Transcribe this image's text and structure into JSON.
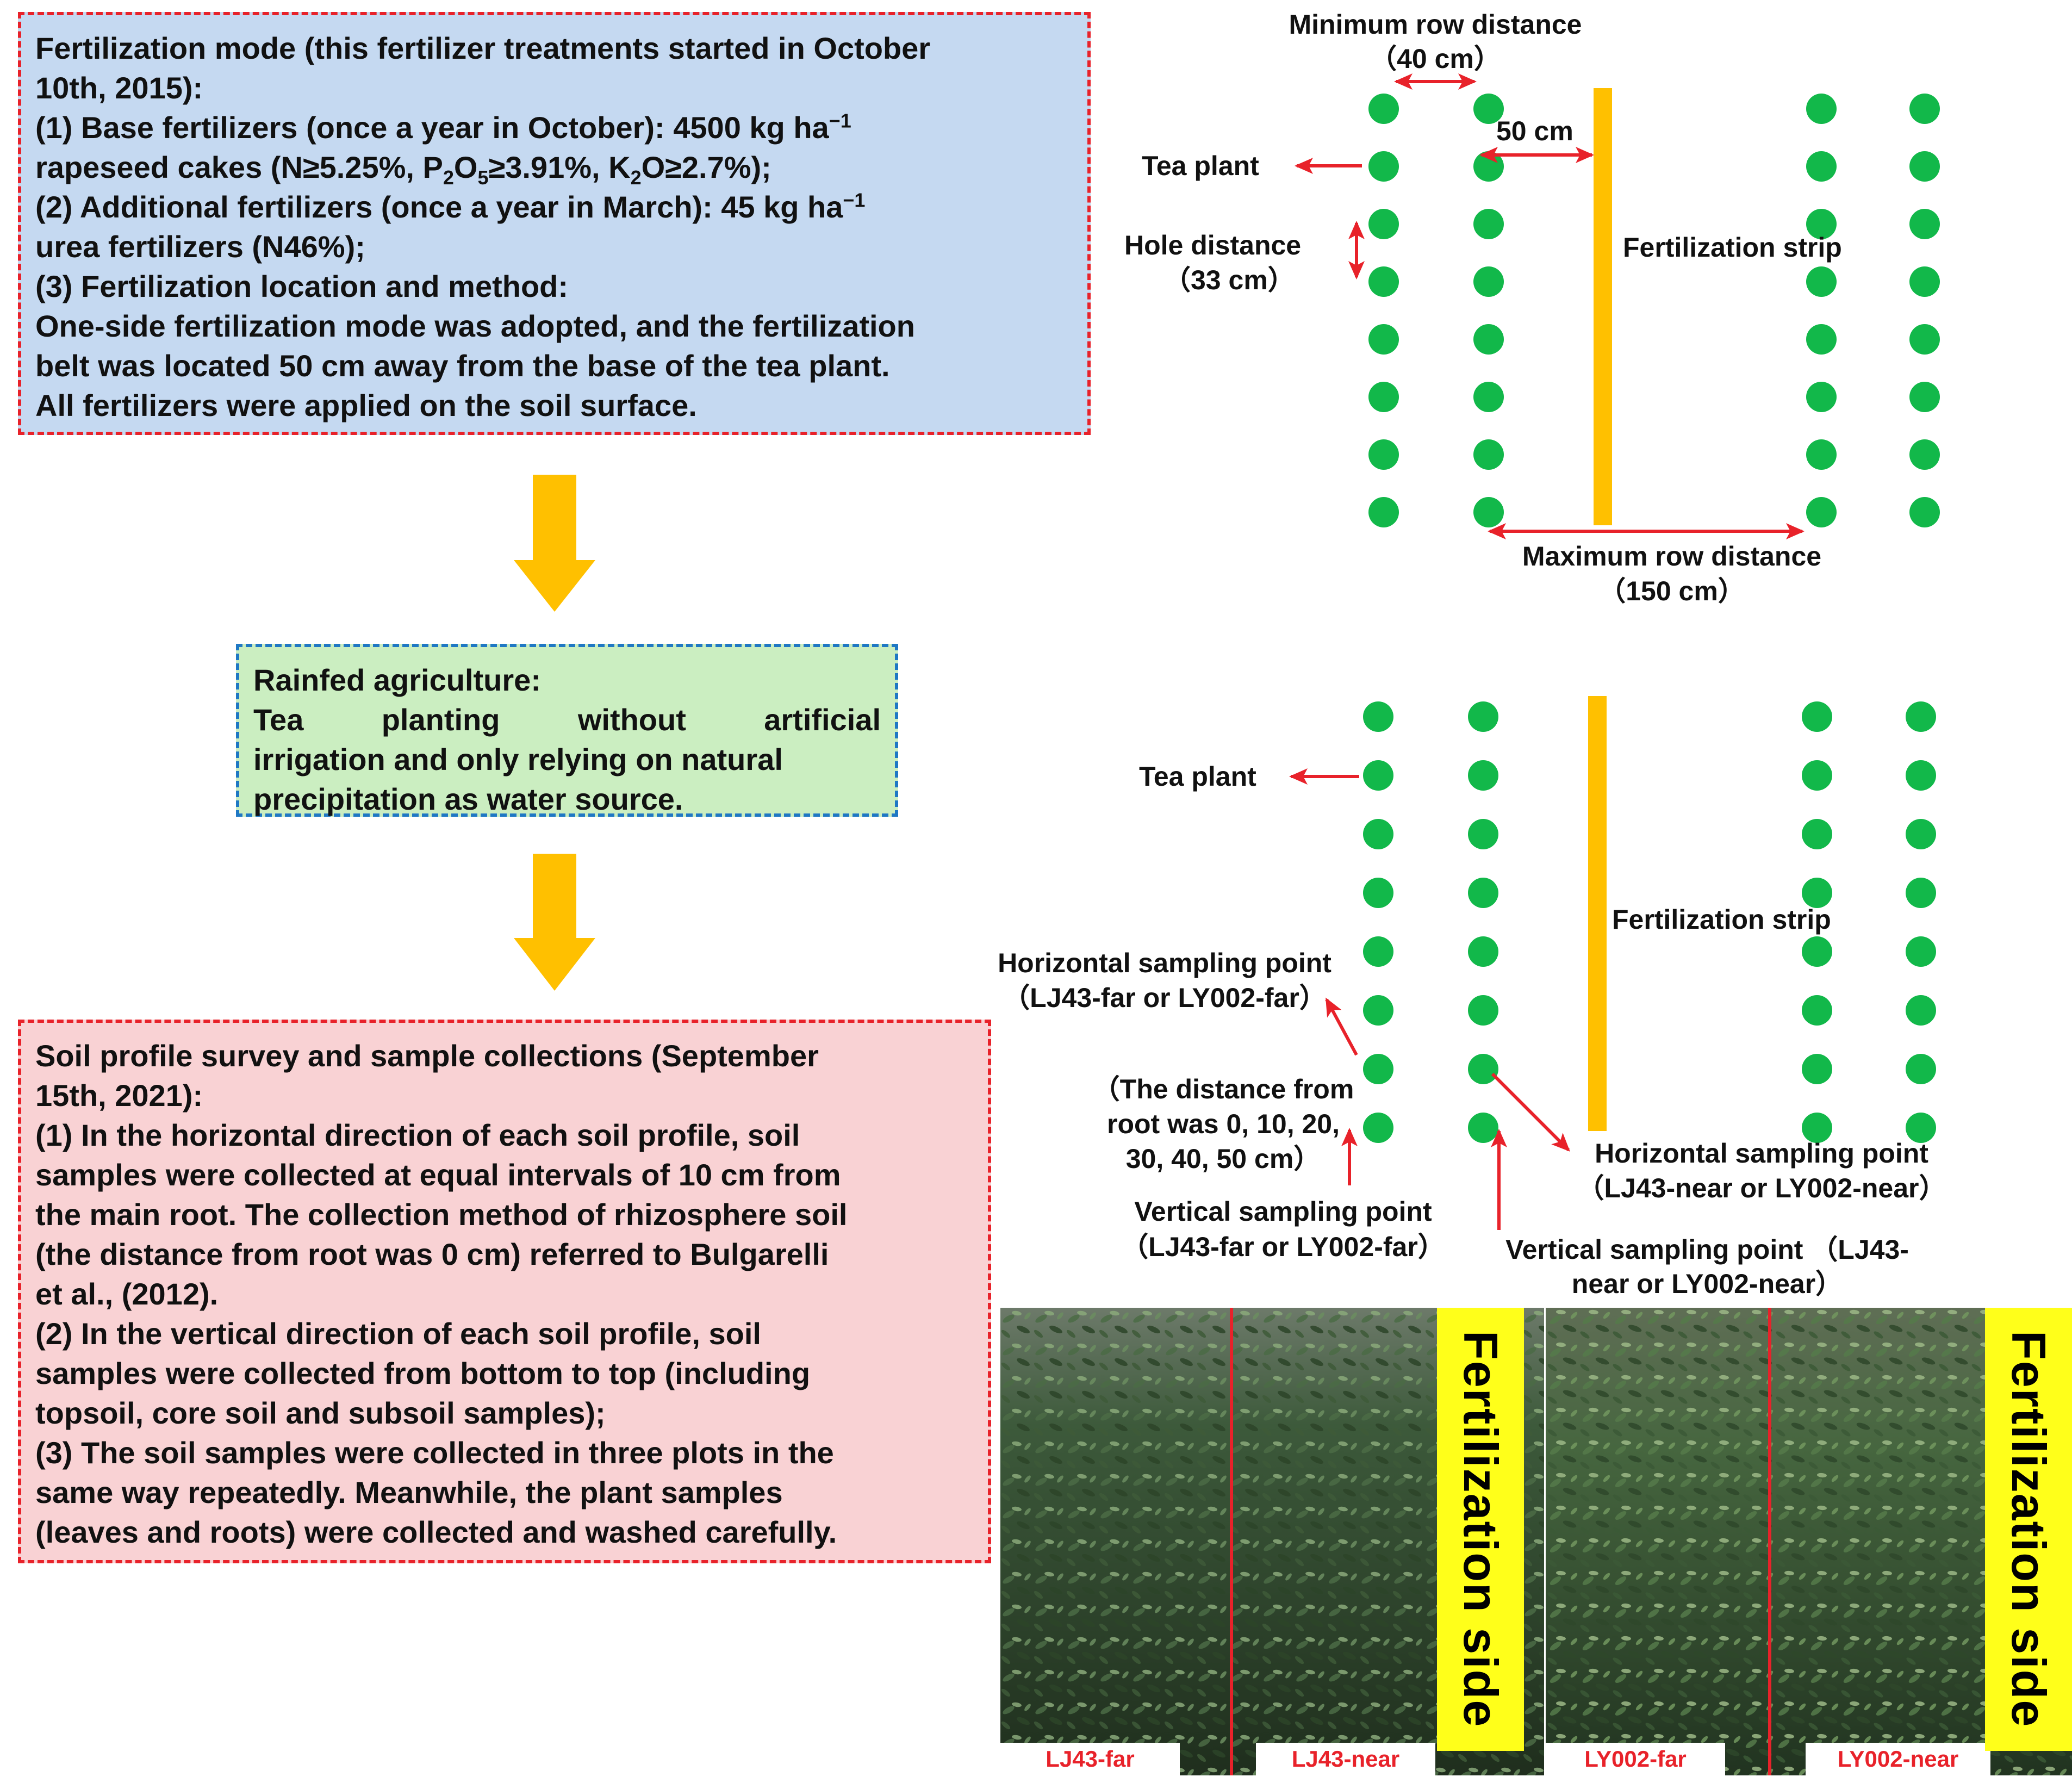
{
  "fertilization_box": {
    "lines": [
      "Fertilization mode (this fertilizer treatments started in October",
      "10th, 2015):",
      "(1) Base fertilizers (once a year in October): 4500 kg ha",
      "rapeseed cakes (N≥5.25%, P",
      "(2) Additional fertilizers (once a year in March): 45 kg ha",
      "urea fertilizers (N46%);",
      "(3) Fertilization location and method:",
      "One-side fertilization mode was adopted, and the fertilization",
      "belt was located 50 cm away from the base of the tea plant.",
      "All fertilizers were applied on the soil surface."
    ],
    "sup_unit": "−1",
    "p2o5_tail_a": "O",
    "sub_2": "2",
    "sub_5": "5",
    "p2o5_tail_b": "≥3.91%, K",
    "k2o_tail": "O≥2.7%);"
  },
  "rainfed_box": {
    "lines": [
      "Rainfed agriculture:",
      "Tea planting without artificial",
      "irrigation and only relying on natural",
      "precipitation as water source."
    ]
  },
  "soil_box": {
    "lines": [
      "Soil profile survey and sample collections (September",
      "15th, 2021):",
      "(1) In the horizontal direction of each soil profile, soil",
      "samples were collected at equal intervals of 10 cm from",
      "the main root. The collection method of rhizosphere soil",
      "(the distance from root was 0 cm) referred to Bulgarelli",
      "et al., (2012).",
      "(2) In the vertical direction of each soil profile, soil",
      "samples were collected from bottom to top (including",
      "topsoil, core soil and subsoil samples);",
      "(3) The soil samples were collected in three plots in the",
      "same way repeatedly. Meanwhile, the plant samples",
      "(leaves and roots) were collected and washed carefully."
    ]
  },
  "top_diagram": {
    "min_row_distance": "Minimum row distance",
    "min_row_value": "（40 cm）",
    "dist_50": "50 cm",
    "tea_plant": "Tea plant",
    "hole_distance": "Hole distance",
    "hole_value": "（33 cm）",
    "fertilization_strip": "Fertilization strip",
    "max_row_distance": "Maximum row distance",
    "max_row_value": "（150 cm）"
  },
  "bottom_diagram": {
    "tea_plant": "Tea plant",
    "fertilization_strip": "Fertilization strip",
    "horiz_far_1": "Horizontal sampling point",
    "horiz_far_2": "（LJ43-far or LY002-far）",
    "distance_1": "（The distance from",
    "distance_2": "root was 0, 10, 20,",
    "distance_3": "30, 40, 50 cm）",
    "horiz_near_1": "Horizontal sampling point",
    "horiz_near_2": "（LJ43-near or LY002-near）",
    "vert_far_1": "Vertical sampling point",
    "vert_far_2": "（LJ43-far or LY002-far）",
    "vert_near_1": "Vertical sampling point （LJ43-",
    "vert_near_2": "near or LY002-near）"
  },
  "photos": {
    "left": {
      "tag_far": "LJ43-far",
      "tag_near": "LJ43-near",
      "banner": "Fertilization side"
    },
    "right": {
      "tag_far": "LY002-far",
      "tag_near": "LY002-near",
      "banner": "Fertilization side"
    }
  },
  "colors": {
    "plant_dot": "#12b84a",
    "strip": "#ffc000",
    "arrow": "#e8222a",
    "flow_arrow": "#ffc000",
    "banner": "#ffff1a"
  }
}
